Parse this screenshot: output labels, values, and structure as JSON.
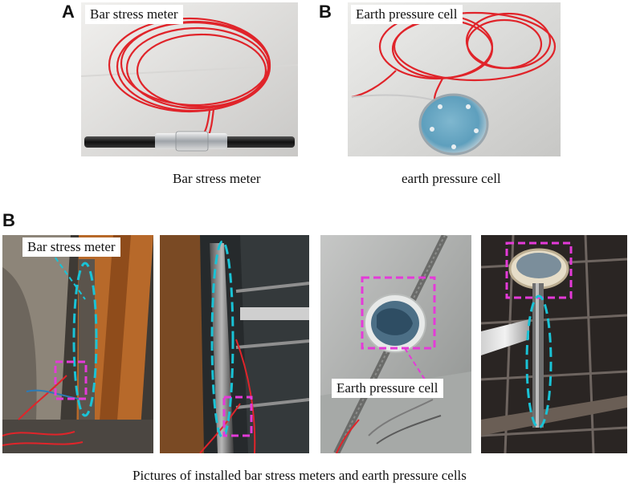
{
  "panels": {
    "a": {
      "letter": "A",
      "label": "Bar stress meter",
      "caption": "Bar stress meter"
    },
    "b": {
      "letter": "B",
      "label": "Earth pressure cell",
      "caption": "earth pressure cell"
    },
    "c": {
      "letter": "B",
      "photo1_label": "Bar stress meter",
      "photo3_label": "Earth pressure cell",
      "caption": "Pictures of installed bar stress meters and earth pressure cells"
    }
  },
  "colors": {
    "wire": "#e0242a",
    "ellipse": "#19c3d6",
    "box": "#e43ad8",
    "steel": "#b7692a",
    "rebar": "#9a9a9a"
  }
}
